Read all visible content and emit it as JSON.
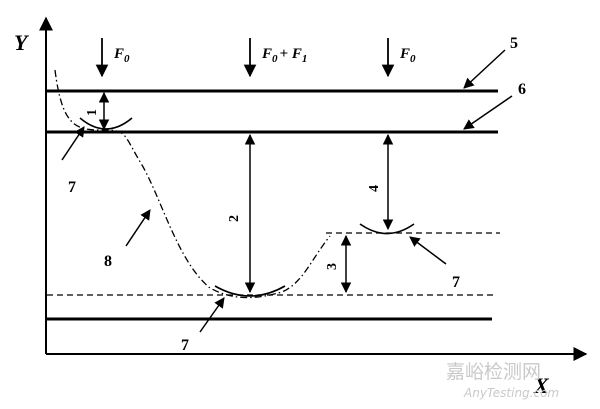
{
  "axes": {
    "y_label": "Y",
    "x_label": "X"
  },
  "forces": [
    {
      "id": "left",
      "label": "F",
      "sub": "0",
      "suffix": ""
    },
    {
      "id": "middle",
      "label": "F",
      "sub": "0",
      "suffix": "+ F",
      "sub2": "1"
    },
    {
      "id": "right",
      "label": "F",
      "sub": "0",
      "suffix": ""
    }
  ],
  "part_labels": {
    "p5": "5",
    "p6": "6",
    "p7a": "7",
    "p7b": "7",
    "p7c": "7",
    "p8": "8"
  },
  "distances": {
    "d1": "1",
    "d2": "2",
    "d3": "3",
    "d4": "4"
  },
  "watermark": {
    "cn": "嘉峪检测网",
    "en": "AnyTesting.com"
  },
  "colors": {
    "ink": "#000000",
    "watermark": "#c9c9c9"
  }
}
